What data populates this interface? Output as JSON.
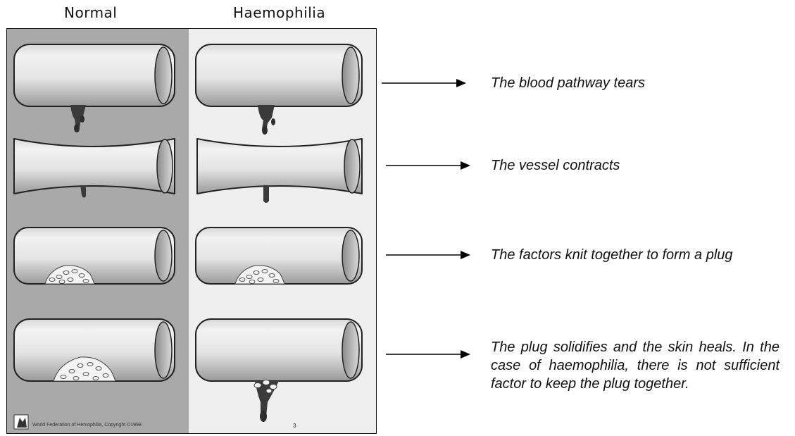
{
  "columns": {
    "normal": "Normal",
    "haemophilia": "Haemophilia"
  },
  "steps": [
    {
      "caption": "The blood pathway tears"
    },
    {
      "caption": "The vessel contracts"
    },
    {
      "caption": "The factors knit together to form a plug"
    },
    {
      "caption": "The plug solidifies and the skin heals. In the case of haemophilia, there is not sufficient factor to keep the plug together."
    }
  ],
  "footer": {
    "credit": "World Federation of Hemophilia, Copyright ©1998",
    "page_number": "3"
  },
  "colors": {
    "normal_bg": "#a9a9a9",
    "haemophilia_bg": "#efefef",
    "blood": "#3a3a3a"
  }
}
